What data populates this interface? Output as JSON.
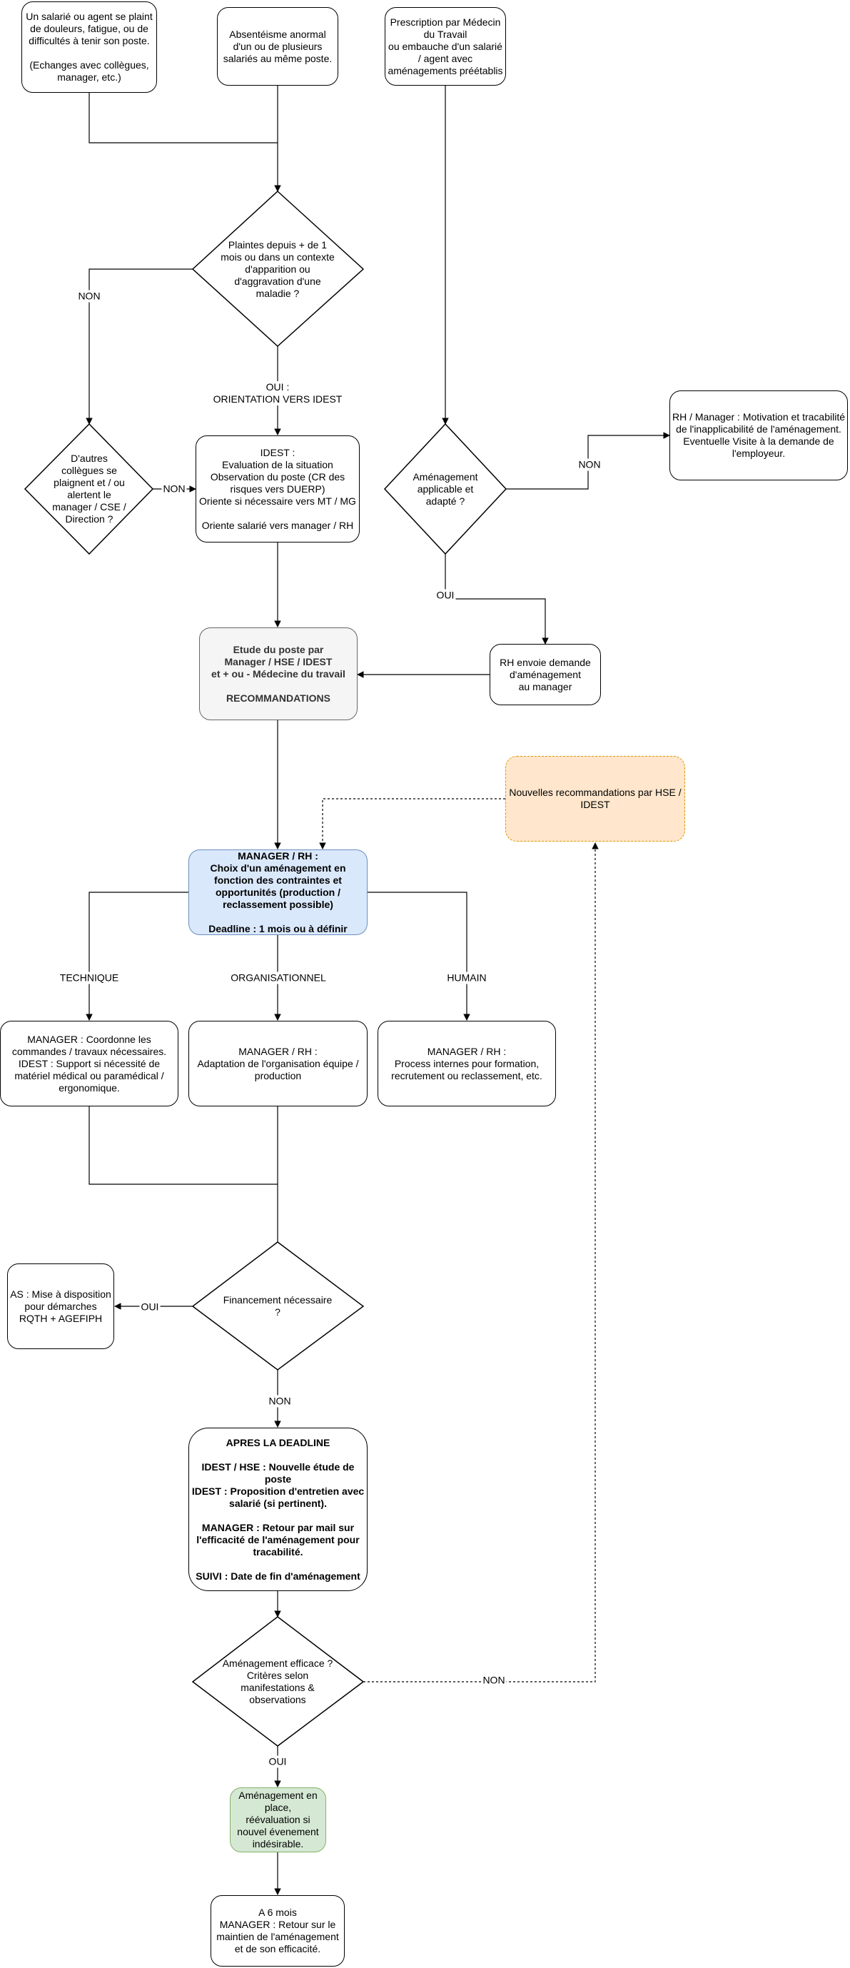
{
  "nodes": {
    "complaint": "Un salarié ou agent se plaint de douleurs, fatigue, ou de difficultés à tenir son poste.\n\n(Echanges avec collègues, manager, etc.)",
    "absenteeism": "Absentéisme anormal d'un ou de plusieurs salariés au même poste.",
    "prescription": "Prescription par Médecin du Travail\nou embauche d'un salarié / agent avec aménagements préétablis",
    "plaintes": "Plaintes depuis + de 1 mois ou dans un contexte d'apparition ou d'aggravation d'une maladie ?",
    "autres": "D'autres collègues se plaignent et / ou alertent le manager / CSE / Direction ?",
    "idest": "IDEST :\nEvaluation de la situation\nObservation du poste (CR des risques vers DUERP)\nOriente si nécessaire vers MT / MG\n\nOriente salarié vers manager / RH",
    "amenagement_applicable": "Aménagement applicable et adapté ?",
    "rh_motivation": "RH / Manager : Motivation et tracabilité de l'inapplicabilité de l'aménagement. Eventuelle Visite à la demande de l'employeur.",
    "etude": "Etude du poste par\nManager / HSE / IDEST\net + ou - Médecine du travail\n\nRECOMMANDATIONS",
    "rh_envoie": "RH envoie demande d'aménagement\nau manager",
    "nouvelles_reco": "Nouvelles recommandations par HSE / IDEST",
    "manager_rh": "MANAGER / RH :\nChoix d'un aménagement en fonction des contraintes et opportunités (production / reclassement possible)\n\nDeadline : 1 mois ou à définir",
    "technique": "MANAGER : Coordonne les commandes / travaux nécessaires.\nIDEST : Support si nécessité de matériel médical ou paramédical / ergonomique.",
    "organisation": "MANAGER / RH :\nAdaptation de l'organisation équipe / production",
    "humain": "MANAGER / RH :\nProcess internes pour formation, recrutement ou reclassement, etc.",
    "financement": "Financement nécessaire\n?",
    "as_mise": "AS : Mise à disposition pour démarches RQTH + AGEFIPH",
    "apres": "APRES LA DEADLINE\n\nIDEST / HSE : Nouvelle étude de poste\nIDEST : Proposition d'entretien avec salarié (si pertinent).\n\nMANAGER : Retour par mail sur l'efficacité de l'aménagement pour tracabilité.\n\nSUIVI : Date de fin d'aménagement",
    "efficace": "Aménagement efficace ?\nCritères selon manifestations & observations",
    "en_place": "Aménagement en place,\nréévaluation si nouvel évenement indésirable.",
    "six_mois": "A 6 mois\nMANAGER : Retour sur le maintien de l'aménagement et de son efficacité."
  },
  "edge_labels": {
    "non_plaintes": "NON",
    "oui_orientation": "OUI :\nORIENTATION VERS IDEST",
    "non_autres": "NON",
    "non_amenagement": "NON",
    "oui_amenagement": "OUI",
    "technique": "TECHNIQUE",
    "organisationnel": "ORGANISATIONNEL",
    "humain": "HUMAIN",
    "oui_financement": "OUI",
    "non_financement": "NON",
    "non_efficace": "NON",
    "oui_efficace": "OUI"
  },
  "colors": {
    "line": "#000000",
    "gray_fill": "#f5f5f5",
    "blue_fill": "#dae8fc",
    "blue_border": "#6c8ebf",
    "orange_fill": "#ffe6cc",
    "orange_border": "#d79b00",
    "green_fill": "#d5e8d4",
    "green_border": "#82b366"
  }
}
